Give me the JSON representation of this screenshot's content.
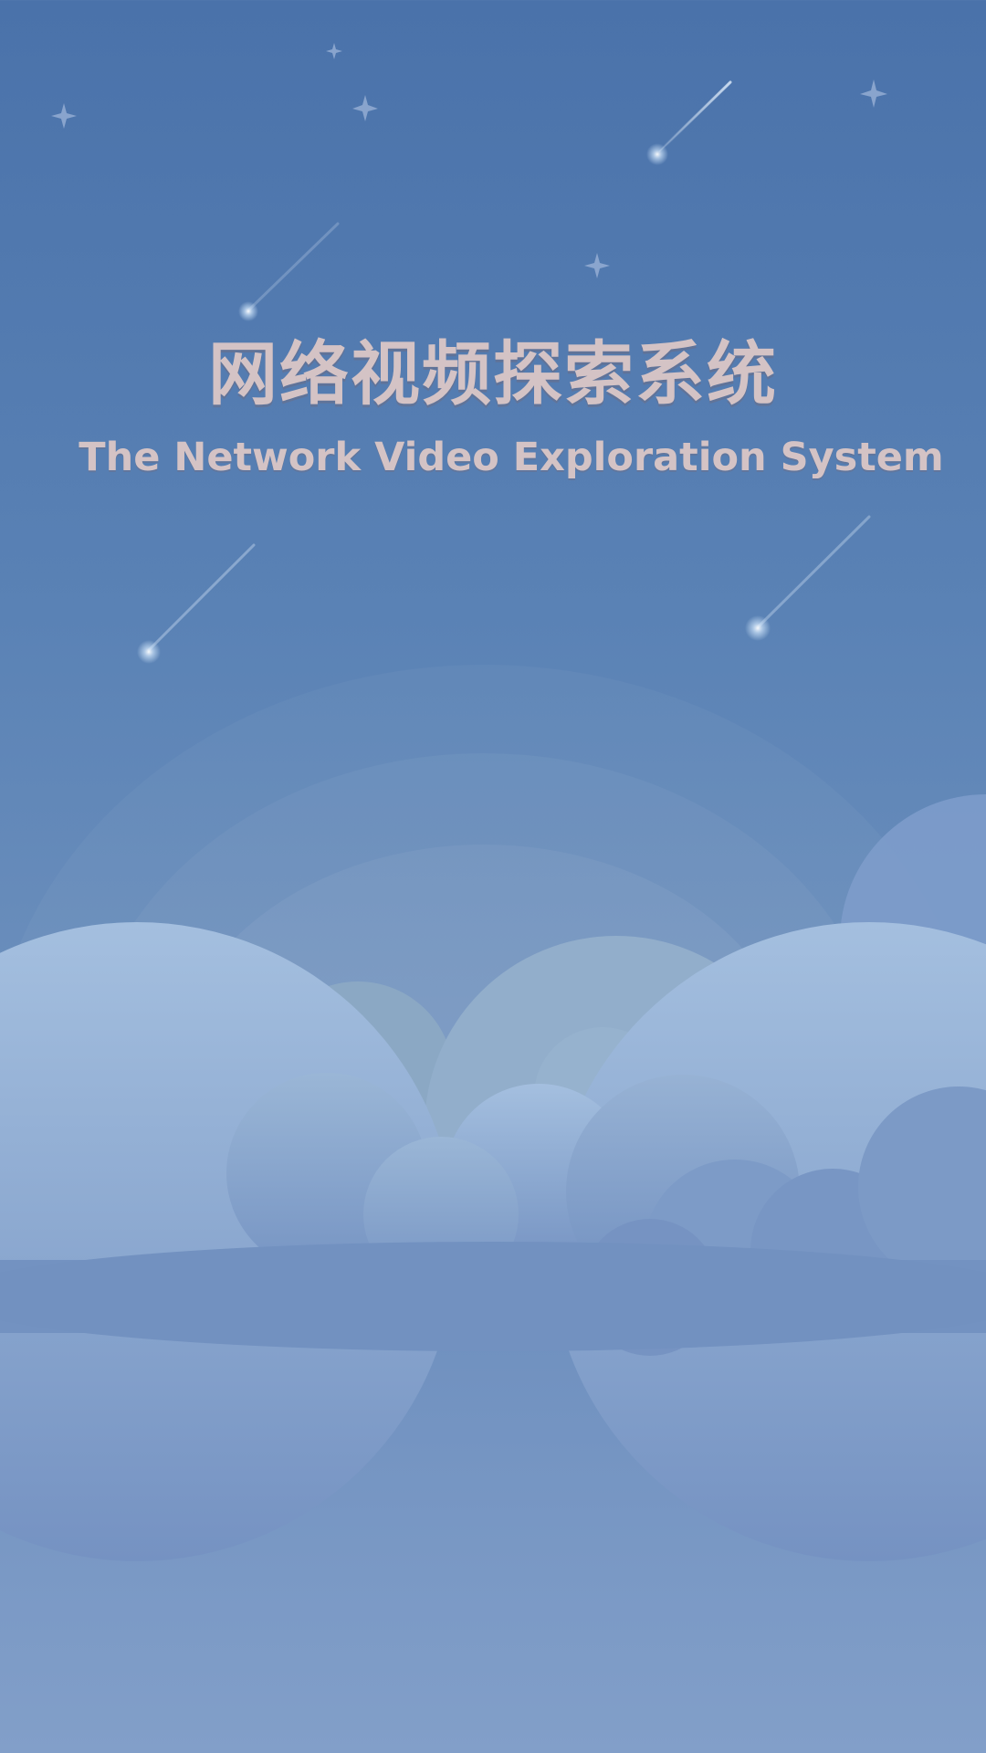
{
  "splash": {
    "title_cn": "网络视频探索系统",
    "title_en": "The Network Video Exploration System"
  },
  "colors": {
    "sky_top": "#4a72aa",
    "sky_bottom": "#829fc9",
    "title_text": "#d4c3c5",
    "cloud_light": "#a3bddc",
    "cloud_mid": "#7e9cc8"
  },
  "decorations": {
    "stars": "sparkle-star-icons",
    "meteors": "shooting-star-icons",
    "clouds": "cloud-bank"
  }
}
